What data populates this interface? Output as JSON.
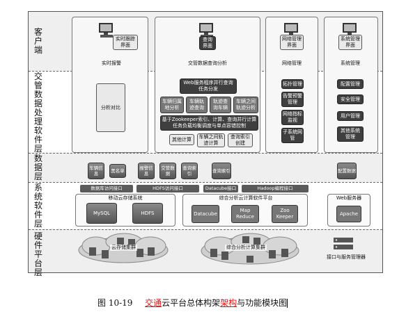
{
  "layers": {
    "client": "客户端",
    "processing": "交管数据处理软件层",
    "data": "数据层",
    "system": "系统软件层",
    "hardware": "硬件平台层"
  },
  "client": {
    "realtime_alarm_ui": "实时跟踪界面",
    "realtime_alarm": "实时报警",
    "query_ui": "查询界面",
    "query_analysis": "交管数据查询分析",
    "network_ui": "网络管理界面",
    "network_mgmt": "网络管理",
    "system_ui": "系统管理界面",
    "system_mgmt": "系统管理"
  },
  "processing": {
    "analysis_compare": "分析对比",
    "web_service": "Web服务程序并行查询任务分发",
    "vehicle_loc": "车辆归属地分析",
    "vehicle_track": "车辆轨迹查询",
    "track_vehicle": "轨迹查询车辆",
    "between_vehicles": "车辆之间轨迹分析",
    "zk_control": "基于Zookeeper索引、计算、查询并行计算任务负载均衡调度与单点容错控制",
    "other_compute": "其他计算",
    "between_track_compute": "车辆之间轨迹计算",
    "query_index_create": "查询索引创建",
    "topology_mgmt": "拓扑管理",
    "alarm_mgmt": "告警预警管理",
    "network_metrics": "网络指标监视",
    "subsystem_net": "子系统网管",
    "config_mgmt": "配置管理",
    "security_mgmt": "安全管理",
    "user_mgmt": "用户管理",
    "other_system_mgmt": "其他系统管理"
  },
  "data": {
    "vehicle_info": "车辆信息",
    "blacklist": "黑名单",
    "alarm_info": "报警信息",
    "traffic_data": "交管数据",
    "query_index": "查询索引",
    "query_index2": "查询索引",
    "config_data": "配置数据"
  },
  "system": {
    "db_iface": "数据库访问接口",
    "hdfs_iface": "HDFS访问接口",
    "datacube_iface": "Datacube接口",
    "hadoop_iface": "Hadoop编程接口",
    "mobile_storage": "移动云存储系统",
    "mysql": "MySQL",
    "hdfs": "HDFS",
    "analysis_platform": "综合分析云计算软件平台",
    "datacube": "Datacube",
    "mapreduce": "Map Reduce",
    "zookeeper": "Zoo Keeper",
    "web_server": "Web服务器",
    "apache": "Apache"
  },
  "hardware": {
    "cloud_storage_cluster": "云存储集群",
    "analysis_cluster": "综合分析计算集群",
    "iface_server_mgr": "接口与服务管理器"
  },
  "caption": {
    "prefix": "图 10-19",
    "part1": "交通",
    "part2": "云平台总体构架",
    "part3": "架构",
    "part4": "与功能模块图"
  }
}
